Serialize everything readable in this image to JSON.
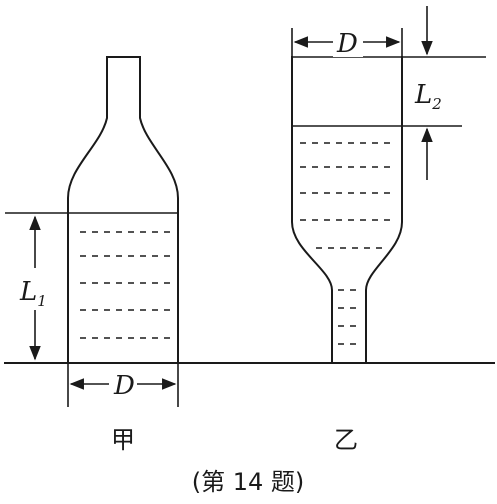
{
  "figure": {
    "label_D_left": "D",
    "label_L1_main": "L",
    "label_L1_sub": "1",
    "label_D_right": "D",
    "label_L2_main": "L",
    "label_L2_sub": "2",
    "label_jia": "甲",
    "label_yi": "乙",
    "caption": "(第 14 题)"
  }
}
